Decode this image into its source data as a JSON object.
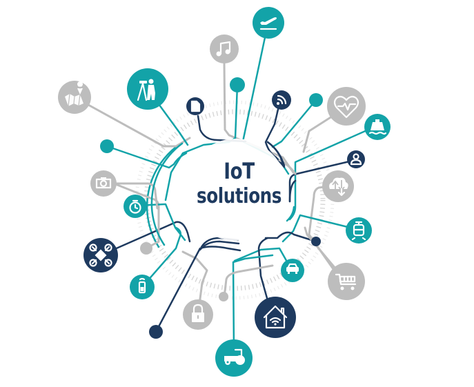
{
  "diagram": {
    "title_line1": "IoT",
    "title_line2": "solutions",
    "colors": {
      "teal": "#13a3a8",
      "navy": "#1e3a5f",
      "gray": "#bdbdbd",
      "white": "#ffffff"
    },
    "nodes": [
      {
        "id": "airplane",
        "icon": "airplane-takeoff-icon",
        "color": "teal"
      },
      {
        "id": "music",
        "icon": "music-note-icon",
        "color": "gray"
      },
      {
        "id": "surveyor",
        "icon": "surveyor-tripod-icon",
        "color": "teal"
      },
      {
        "id": "map",
        "icon": "map-pin-icon",
        "color": "gray"
      },
      {
        "id": "document",
        "icon": "document-icon",
        "color": "navy"
      },
      {
        "id": "rss",
        "icon": "wireless-signal-icon",
        "color": "navy"
      },
      {
        "id": "health",
        "icon": "heart-pulse-icon",
        "color": "gray"
      },
      {
        "id": "ship",
        "icon": "ship-icon",
        "color": "teal"
      },
      {
        "id": "user",
        "icon": "user-icon",
        "color": "navy"
      },
      {
        "id": "cloud",
        "icon": "cloud-sync-icon",
        "color": "gray"
      },
      {
        "id": "camera",
        "icon": "camera-icon",
        "color": "gray"
      },
      {
        "id": "stopwatch",
        "icon": "stopwatch-icon",
        "color": "teal"
      },
      {
        "id": "drone",
        "icon": "drone-icon",
        "color": "navy"
      },
      {
        "id": "phone",
        "icon": "mobile-phone-icon",
        "color": "teal"
      },
      {
        "id": "train",
        "icon": "train-icon",
        "color": "teal"
      },
      {
        "id": "cart",
        "icon": "shopping-cart-icon",
        "color": "gray"
      },
      {
        "id": "car",
        "icon": "car-icon",
        "color": "teal"
      },
      {
        "id": "smarthome",
        "icon": "smart-home-icon",
        "color": "navy"
      },
      {
        "id": "lock",
        "icon": "padlock-icon",
        "color": "gray"
      },
      {
        "id": "tractor",
        "icon": "tractor-icon",
        "color": "teal"
      }
    ]
  }
}
